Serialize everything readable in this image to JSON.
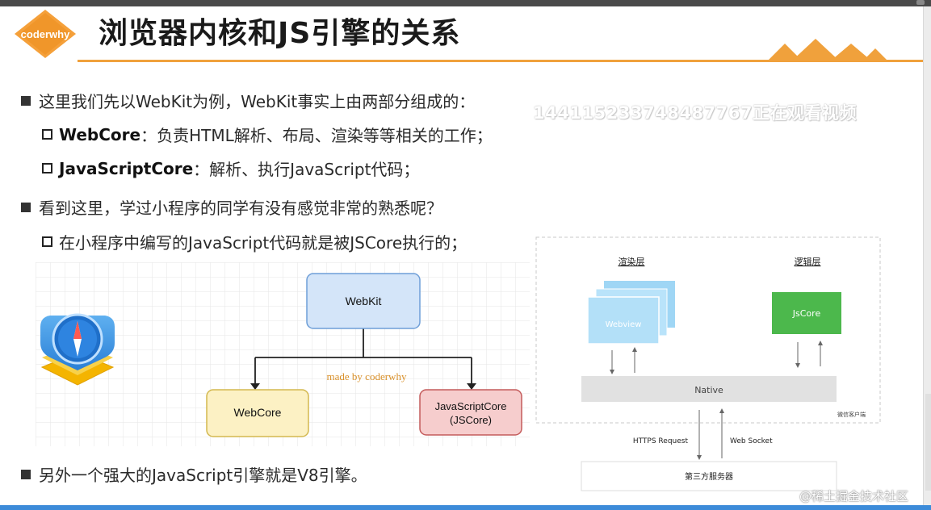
{
  "header": {
    "logo_text": "coderwhy",
    "title": "浏览器内核和JS引擎的关系",
    "accent_color": "#f0a13c"
  },
  "bullets": {
    "b1": "这里我们先以WebKit为例，WebKit事实上由两部分组成的：",
    "b1_sub1_term": "WebCore",
    "b1_sub1_desc": "：负责HTML解析、布局、渲染等等相关的工作；",
    "b1_sub2_term": "JavaScriptCore",
    "b1_sub2_desc": "：解析、执行JavaScript代码；",
    "b2": "看到这里，学过小程序的同学有没有感觉非常的熟悉呢？",
    "b2_sub1": "在小程序中编写的JavaScript代码就是被JSCore执行的；",
    "b3": "另外一个强大的JavaScript引擎就是V8引擎。"
  },
  "overlay": {
    "viewer_watermark": "1441152337484877​67正在观看视频",
    "site_watermark": "@稀土掘金技术社区"
  },
  "left_diagram": {
    "top_node": "WebKit",
    "left_node": "WebCore",
    "right_node_line1": "JavaScriptCore",
    "right_node_line2": "(JSCore)",
    "credit": "made by coderwhy"
  },
  "right_diagram": {
    "render_layer": "渲染层",
    "logic_layer": "逻辑层",
    "webview": "Webview",
    "jscore": "JsCore",
    "native": "Native",
    "client_label": "微信客户端",
    "https": "HTTPS Request",
    "websocket": "Web Socket",
    "server": "第三方服务器"
  }
}
